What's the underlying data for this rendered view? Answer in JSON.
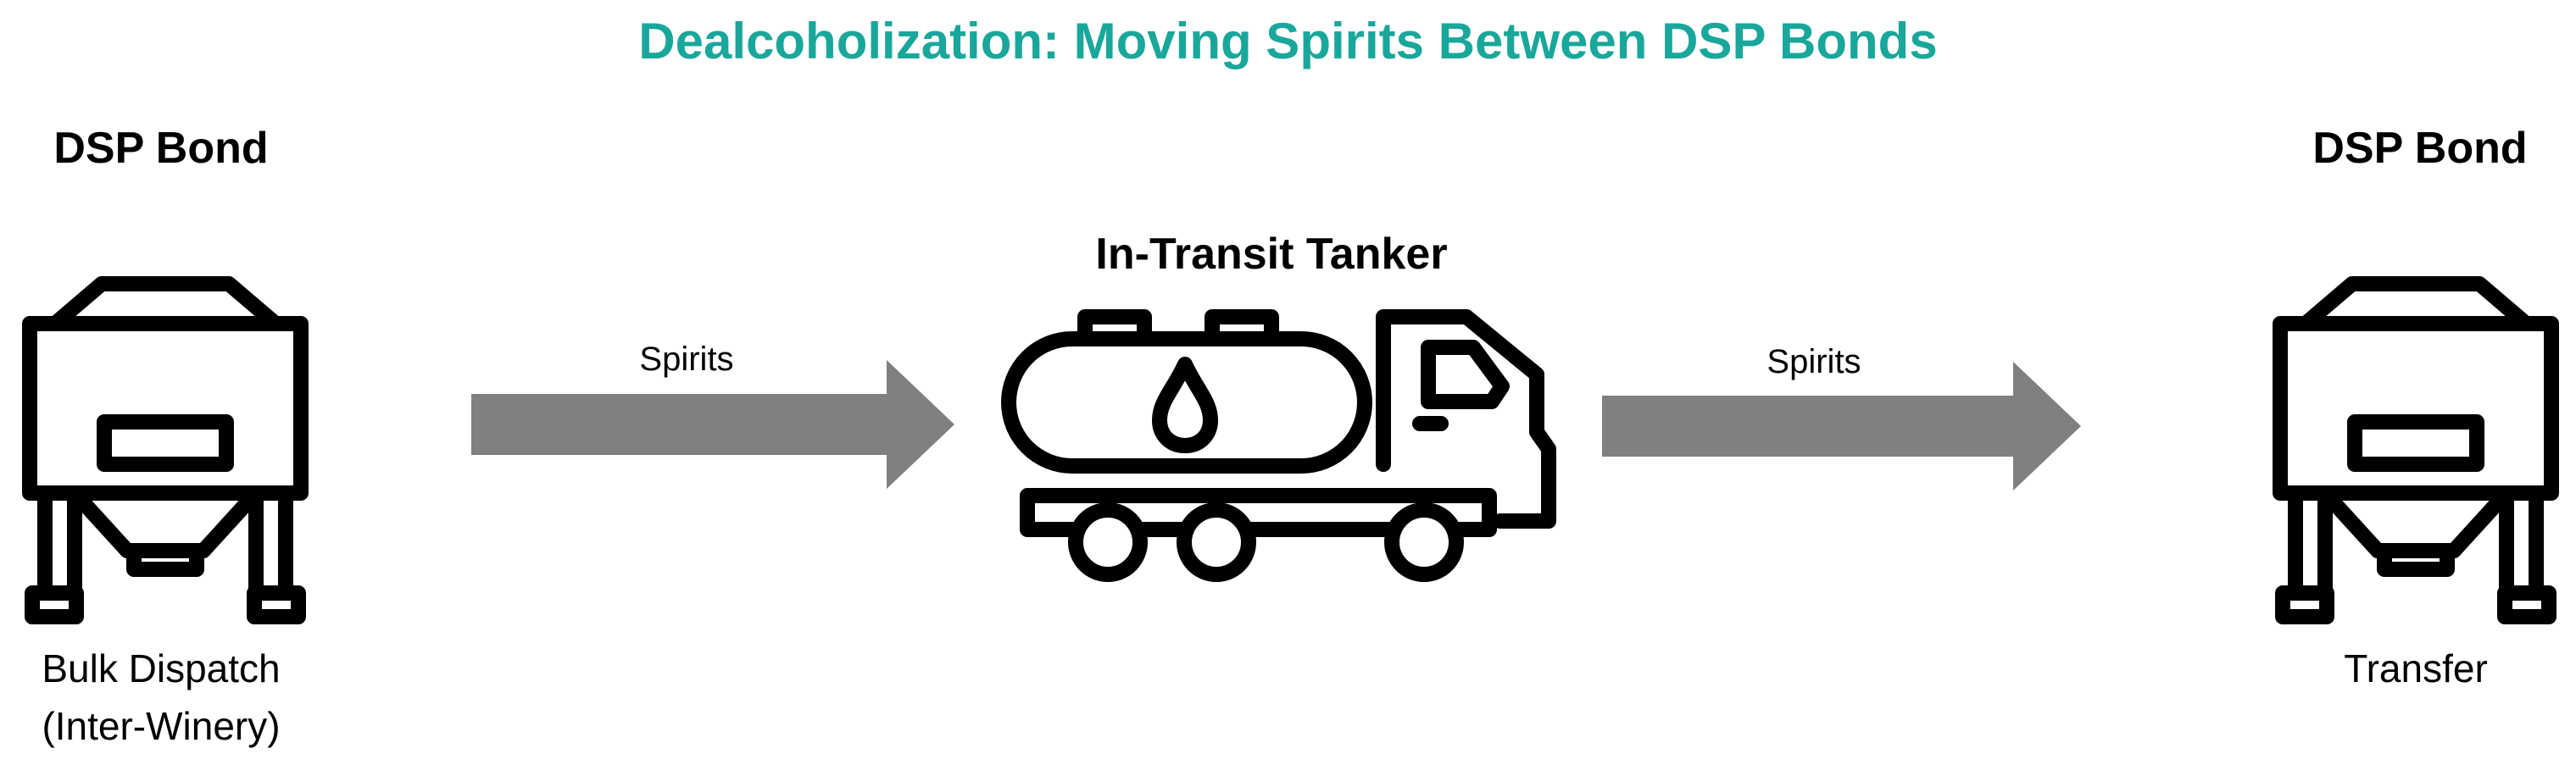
{
  "title": "Dealcoholization: Moving Spirits Between DSP Bonds",
  "source": {
    "heading": "DSP Bond",
    "caption_line1": "Bulk Dispatch",
    "caption_line2": "(Inter-Winery)",
    "icon": "storage-tank-icon"
  },
  "flow_in": {
    "label": "Spirits",
    "icon": "arrow-right-icon",
    "color": "#808080"
  },
  "transit": {
    "heading": "In-Transit Tanker",
    "icon": "tanker-truck-icon"
  },
  "flow_out": {
    "label": "Spirits",
    "icon": "arrow-right-icon",
    "color": "#808080"
  },
  "destination": {
    "heading": "DSP Bond",
    "caption": "Transfer",
    "icon": "storage-tank-icon"
  },
  "colors": {
    "title": "#1aa79b",
    "arrow": "#808080",
    "icon_stroke": "#000000"
  }
}
